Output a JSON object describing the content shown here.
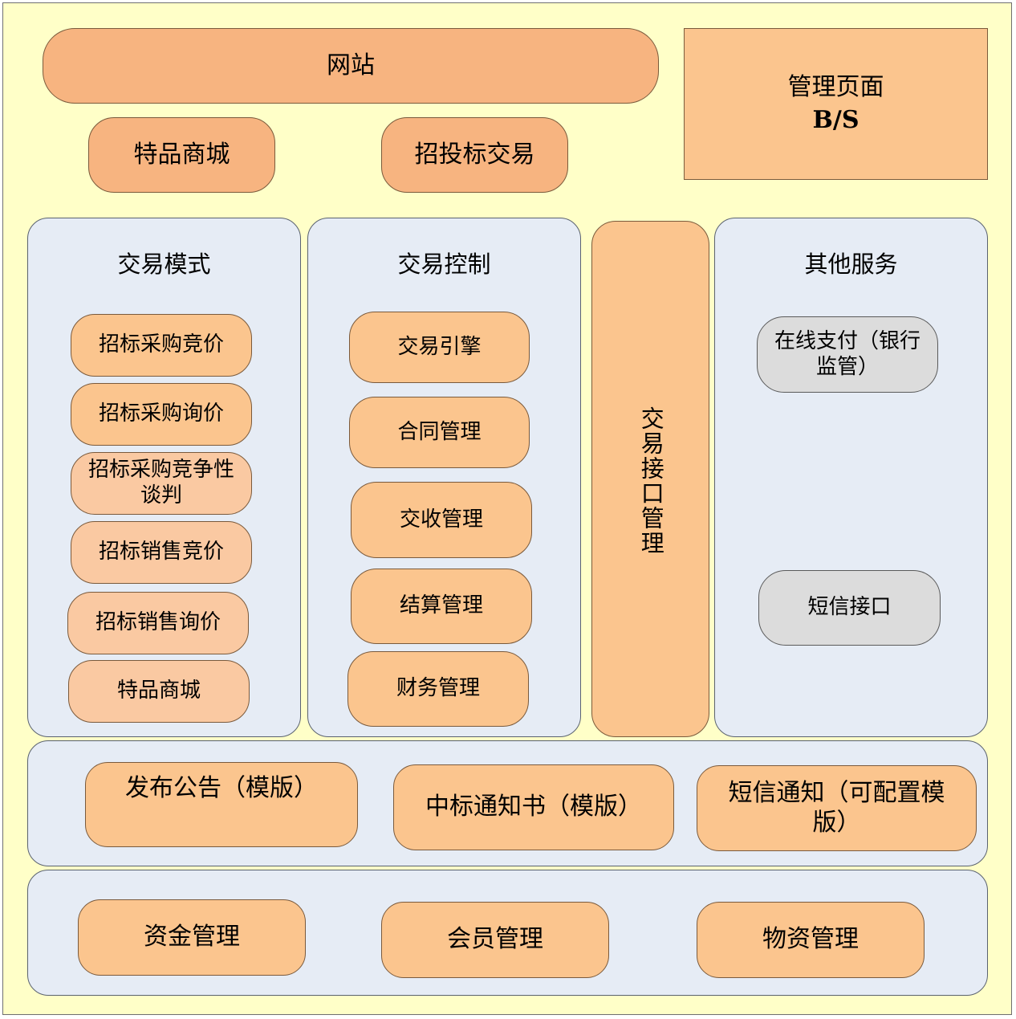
{
  "top": {
    "website": "网站",
    "mall": "特品商城",
    "bidding": "招投标交易",
    "admin_line1": "管理页面",
    "admin_line2": "B/S"
  },
  "trade_mode": {
    "title": "交易模式",
    "items": [
      "招标采购竞价",
      "招标采购询价",
      "招标采购竞争性谈判",
      "招标销售竞价",
      "招标销售询价",
      "特品商城"
    ]
  },
  "trade_control": {
    "title": "交易控制",
    "items": [
      "交易引擎",
      "合同管理",
      "交收管理",
      "结算管理",
      "财务管理"
    ]
  },
  "interface": {
    "label": "交易接口管理"
  },
  "other_services": {
    "title": "其他服务",
    "items": [
      "在线支付（银行监管）",
      "短信接口"
    ]
  },
  "notices": {
    "items": [
      "发布公告（模版）",
      "中标通知书（模版）",
      "短信通知（可配置模版）"
    ]
  },
  "management": {
    "items": [
      "资金管理",
      "会员管理",
      "物资管理"
    ]
  }
}
